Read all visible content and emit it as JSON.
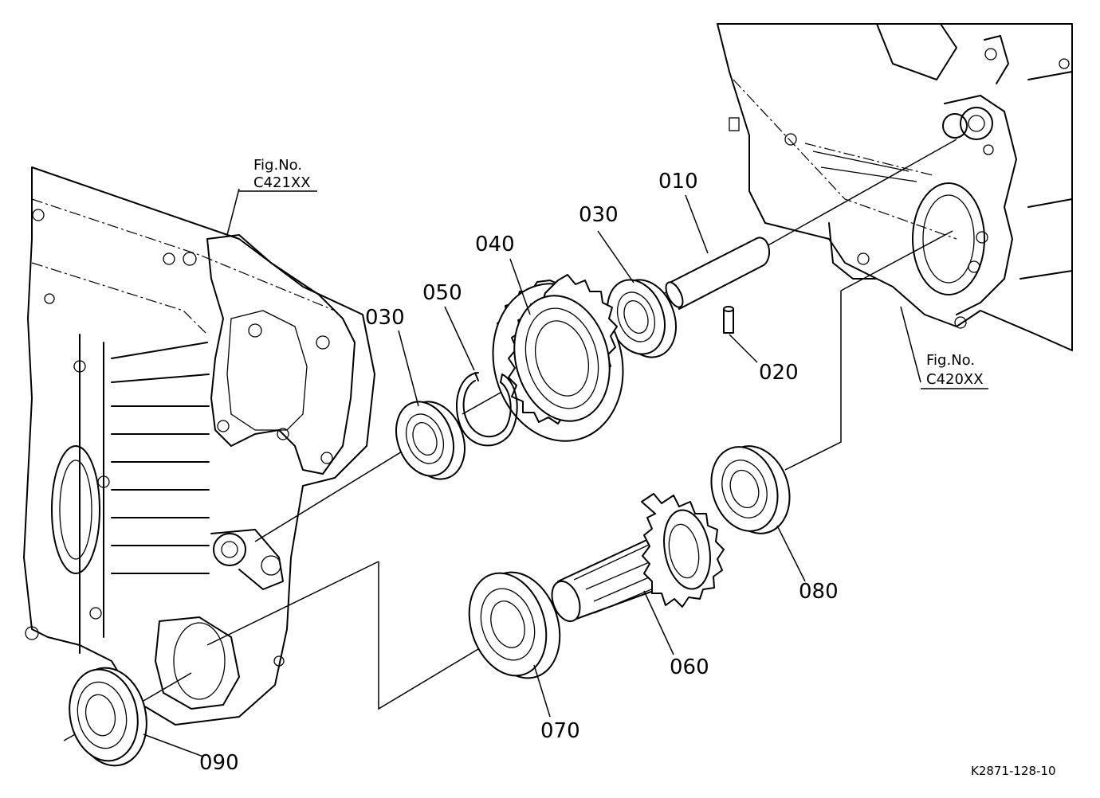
{
  "figure_refs": [
    {
      "id": "left-housing",
      "line1": "Fig.No.",
      "line2": "C421XX"
    },
    {
      "id": "right-housing",
      "line1": "Fig.No.",
      "line2": "C420XX"
    }
  ],
  "callouts": [
    {
      "id": "p010",
      "label": "010"
    },
    {
      "id": "p020",
      "label": "020"
    },
    {
      "id": "p030a",
      "label": "030"
    },
    {
      "id": "p030b",
      "label": "030"
    },
    {
      "id": "p040",
      "label": "040"
    },
    {
      "id": "p050",
      "label": "050"
    },
    {
      "id": "p060",
      "label": "060"
    },
    {
      "id": "p070",
      "label": "070"
    },
    {
      "id": "p080",
      "label": "080"
    },
    {
      "id": "p090",
      "label": "090"
    }
  ],
  "drawing_number": "K2871-128-10"
}
